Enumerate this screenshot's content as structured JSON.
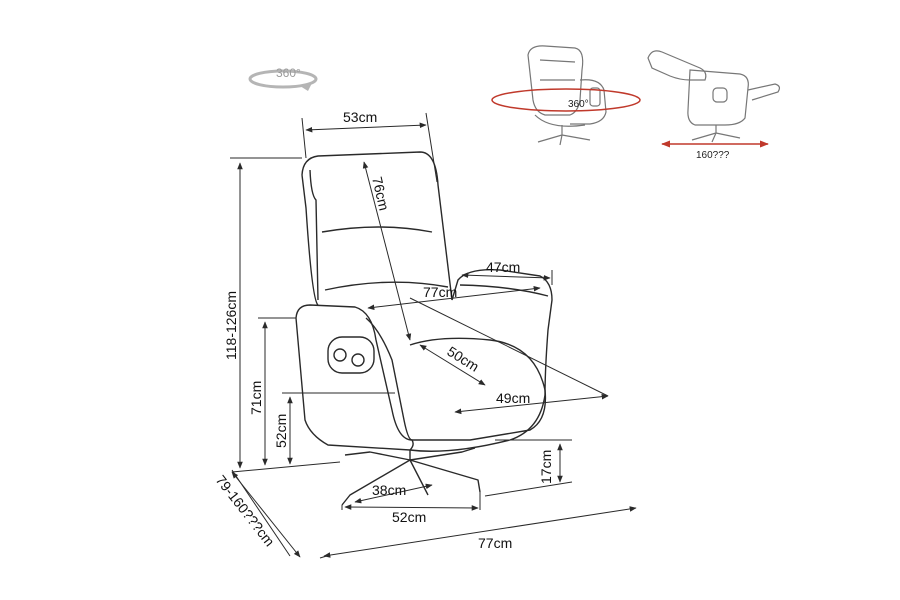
{
  "icons": [
    "rotation-360-icon",
    "swivel-view-icon",
    "recline-view-icon"
  ],
  "colors": {
    "line": "#2a2a2a",
    "accent": "#c0392b",
    "logo": "#9a9a9a",
    "thumb": "#777777"
  },
  "logo": {
    "text": "360°"
  },
  "thumbnails": {
    "rotate": "360°",
    "recline": "160???"
  },
  "dimensions": {
    "backrest_width": "53cm",
    "backrest_height": "76cm",
    "total_height": "118-126cm",
    "armrest_height": "71cm",
    "seat_height": "52cm",
    "armrest_depth": "47cm",
    "inner_depth": "77cm",
    "seat_depth": "50cm",
    "seat_width": "49cm",
    "base_height": "17cm",
    "base_width_small": "38cm",
    "base_width": "52cm",
    "total_width": "77cm",
    "total_depth": "79-160???cm"
  }
}
